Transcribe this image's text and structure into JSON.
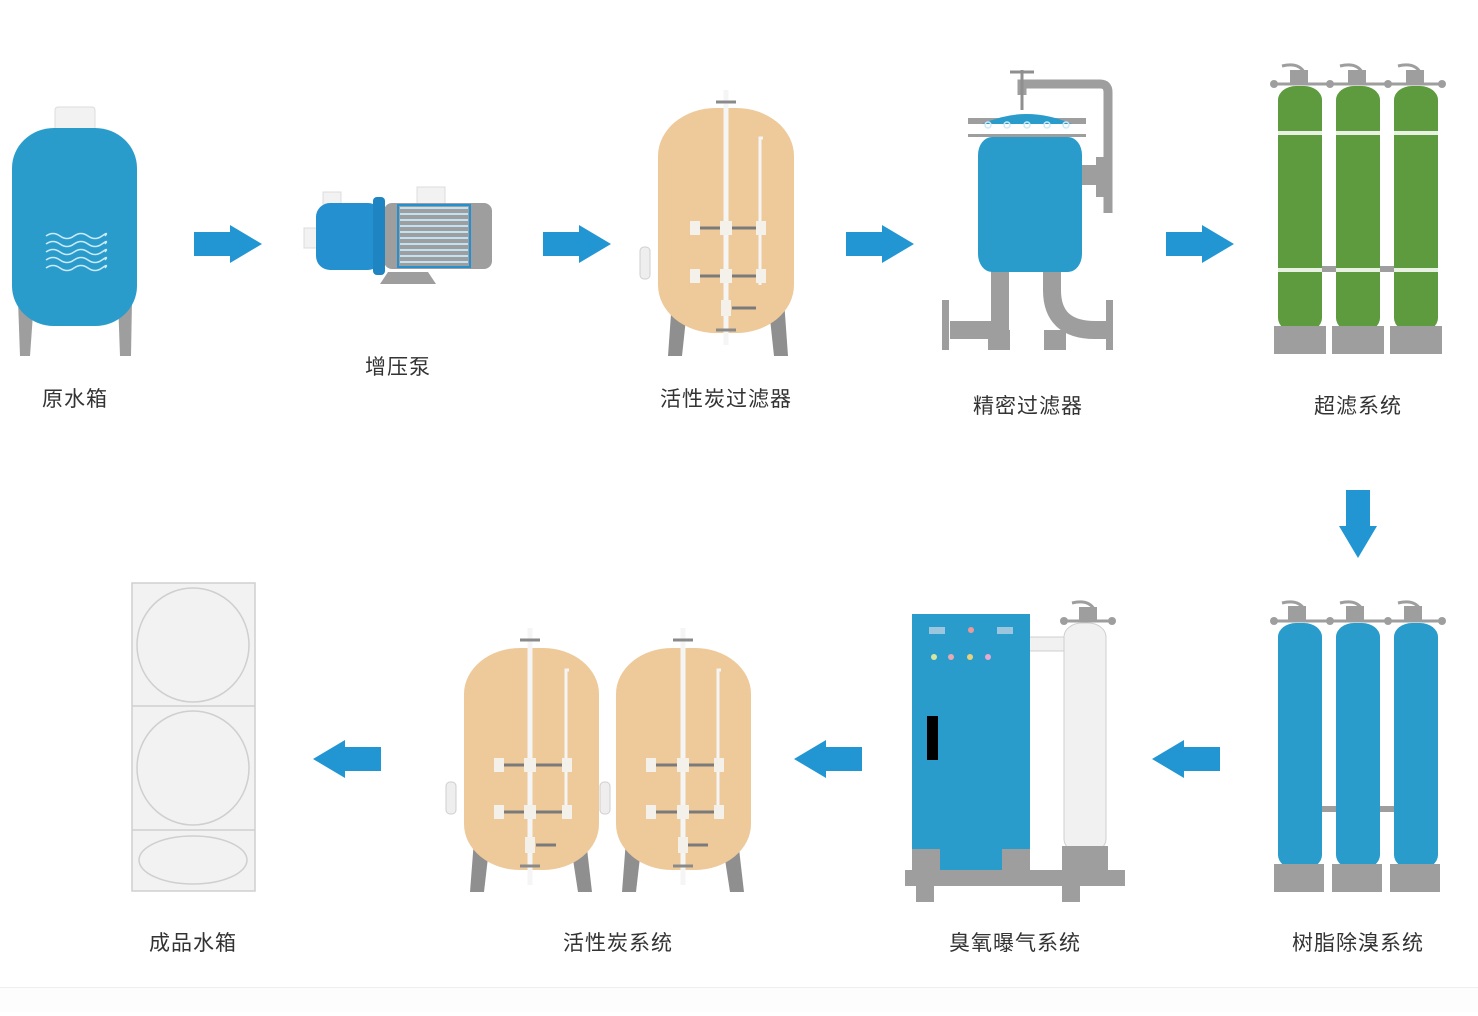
{
  "diagram": {
    "type": "process-flow",
    "title": "",
    "colors": {
      "arrow": "#2196d3",
      "tank_blue": "#2a9ccc",
      "pump_blue": "#2590cf",
      "carbon_tan": "#eec99a",
      "uf_green": "#5e9a3e",
      "metal_gray": "#9a9a9a",
      "white_tank": "#f1f1f1",
      "label_text": "#333333"
    },
    "nodes": [
      {
        "id": "raw-water-tank",
        "label": "原水箱",
        "row": 1,
        "order": 1
      },
      {
        "id": "booster-pump",
        "label": "增压泵",
        "row": 1,
        "order": 2
      },
      {
        "id": "activated-carbon-filter",
        "label": "活性炭过滤器",
        "row": 1,
        "order": 3
      },
      {
        "id": "precision-filter",
        "label": "精密过滤器",
        "row": 1,
        "order": 4
      },
      {
        "id": "ultrafiltration-system",
        "label": "超滤系统",
        "row": 1,
        "order": 5
      },
      {
        "id": "resin-deodorization-system",
        "label": "树脂除溴系统",
        "row": 2,
        "order": 6
      },
      {
        "id": "ozone-aeration-system",
        "label": "臭氧曝气系统",
        "row": 2,
        "order": 7
      },
      {
        "id": "activated-carbon-system",
        "label": "活性炭系统",
        "row": 2,
        "order": 8
      },
      {
        "id": "product-water-tank",
        "label": "成品水箱",
        "row": 2,
        "order": 9
      }
    ],
    "edges": [
      {
        "from": "raw-water-tank",
        "to": "booster-pump",
        "direction": "right"
      },
      {
        "from": "booster-pump",
        "to": "activated-carbon-filter",
        "direction": "right"
      },
      {
        "from": "activated-carbon-filter",
        "to": "precision-filter",
        "direction": "right"
      },
      {
        "from": "precision-filter",
        "to": "ultrafiltration-system",
        "direction": "right"
      },
      {
        "from": "ultrafiltration-system",
        "to": "resin-deodorization-system",
        "direction": "down"
      },
      {
        "from": "resin-deodorization-system",
        "to": "ozone-aeration-system",
        "direction": "left"
      },
      {
        "from": "ozone-aeration-system",
        "to": "activated-carbon-system",
        "direction": "left"
      },
      {
        "from": "activated-carbon-system",
        "to": "product-water-tank",
        "direction": "left"
      }
    ]
  }
}
